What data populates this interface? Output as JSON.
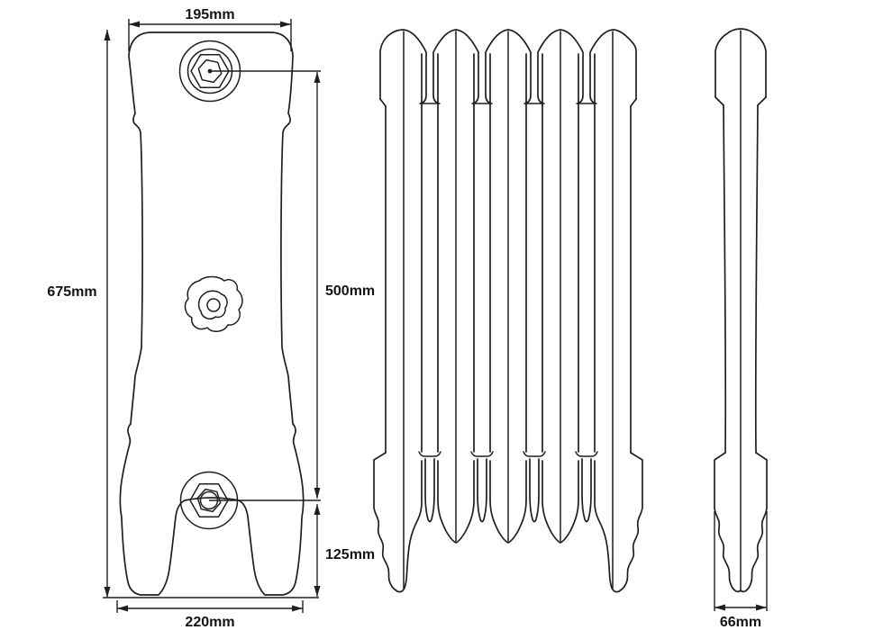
{
  "drawing": {
    "type": "radiator-technical-drawing",
    "line_color": "#1f1f1f",
    "background_color": "#ffffff",
    "dimensions": {
      "top_depth": "195mm",
      "overall_height": "675mm",
      "pipe_centres": "500mm",
      "bottom_pipe_height": "125mm",
      "base_depth": "220mm",
      "section_width": "66mm"
    }
  }
}
